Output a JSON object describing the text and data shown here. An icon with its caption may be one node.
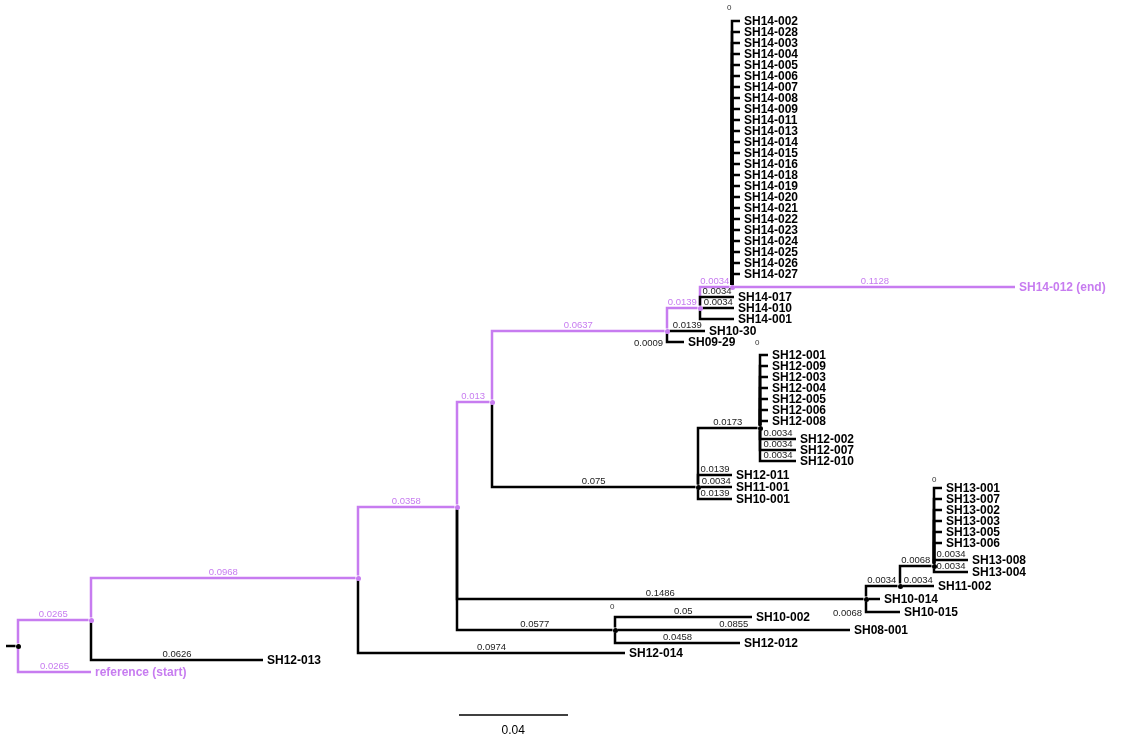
{
  "diagram": {
    "nodes": [
      {
        "text": [],
        "shape": "dot"
      },
      {
        "text": [
          "reference (start)"
        ]
      },
      {
        "text": [],
        "shape": "dot"
      },
      {
        "text": [
          "SH12-013"
        ]
      },
      {
        "text": [],
        "shape": "dot"
      },
      {
        "text": [
          "SH12-014"
        ]
      },
      {
        "text": [],
        "shape": "dot"
      },
      {
        "text": [],
        "shape": "dot"
      },
      {
        "text": [],
        "shape": "dot"
      },
      {
        "text": [],
        "shape": "dot"
      },
      {
        "text": [],
        "shape": "dot"
      },
      {
        "text": [
          "SH14-002"
        ]
      },
      {
        "text": [
          "SH14-028"
        ]
      },
      {
        "text": [
          "SH14-003"
        ]
      },
      {
        "text": [
          "SH14-004"
        ]
      },
      {
        "text": [
          "SH14-005"
        ]
      },
      {
        "text": [
          "SH14-006"
        ]
      },
      {
        "text": [
          "SH14-007"
        ]
      },
      {
        "text": [
          "SH14-008"
        ]
      },
      {
        "text": [
          "SH14-009"
        ]
      },
      {
        "text": [
          "SH14-011"
        ]
      },
      {
        "text": [
          "SH14-013"
        ]
      },
      {
        "text": [
          "SH14-014"
        ]
      },
      {
        "text": [
          "SH14-015"
        ]
      },
      {
        "text": [
          "SH14-016"
        ]
      },
      {
        "text": [
          "SH14-018"
        ]
      },
      {
        "text": [
          "SH14-019"
        ]
      },
      {
        "text": [
          "SH14-020"
        ]
      },
      {
        "text": [
          "SH14-021"
        ]
      },
      {
        "text": [
          "SH14-022"
        ]
      },
      {
        "text": [
          "SH14-023"
        ]
      },
      {
        "text": [
          "SH14-024"
        ]
      },
      {
        "text": [
          "SH14-025"
        ]
      },
      {
        "text": [
          "SH14-026"
        ]
      },
      {
        "text": [
          "SH14-027"
        ]
      },
      {
        "text": [
          "SH14-012 (end)"
        ]
      },
      {
        "text": [
          "SH14-017"
        ]
      },
      {
        "text": [
          "SH14-010"
        ]
      },
      {
        "text": [
          "SH14-001"
        ]
      },
      {
        "text": [
          "SH10-30"
        ]
      },
      {
        "text": [
          "SH09-29"
        ]
      },
      {
        "text": [],
        "shape": "dot"
      },
      {
        "text": [],
        "shape": "dot"
      },
      {
        "text": [
          "SH12-001"
        ]
      },
      {
        "text": [
          "SH12-009"
        ]
      },
      {
        "text": [
          "SH12-003"
        ]
      },
      {
        "text": [
          "SH12-004"
        ]
      },
      {
        "text": [
          "SH12-005"
        ]
      },
      {
        "text": [
          "SH12-006"
        ]
      },
      {
        "text": [
          "SH12-008"
        ]
      },
      {
        "text": [
          "SH12-002"
        ]
      },
      {
        "text": [
          "SH12-007"
        ]
      },
      {
        "text": [
          "SH12-010"
        ]
      },
      {
        "text": [
          "SH12-011"
        ]
      },
      {
        "text": [
          "SH11-001"
        ]
      },
      {
        "text": [
          "SH10-001"
        ]
      },
      {
        "text": [],
        "shape": "dot"
      },
      {
        "text": [],
        "shape": "dot"
      },
      {
        "text": [],
        "shape": "dot"
      },
      {
        "text": [
          "SH13-001"
        ]
      },
      {
        "text": [
          "SH13-007"
        ]
      },
      {
        "text": [
          "SH13-002"
        ]
      },
      {
        "text": [
          "SH13-003"
        ]
      },
      {
        "text": [
          "SH13-005"
        ]
      },
      {
        "text": [
          "SH13-006"
        ]
      },
      {
        "text": [
          "SH13-008"
        ]
      },
      {
        "text": [
          "SH13-004"
        ]
      },
      {
        "text": [
          "SH11-002"
        ]
      },
      {
        "text": [
          "SH10-014"
        ]
      },
      {
        "text": [
          "SH10-015"
        ]
      },
      {
        "text": [],
        "shape": "dot"
      },
      {
        "text": [
          "SH10-002"
        ]
      },
      {
        "text": [
          "SH08-001"
        ]
      },
      {
        "text": [
          "SH12-012"
        ]
      }
    ],
    "edges": [
      {
        "from": null,
        "to": 0,
        "arrow": "none"
      },
      {
        "from": 0,
        "to": 1,
        "arrow": "none",
        "label": "0.0265",
        "color": "#c77cf0"
      },
      {
        "from": 0,
        "to": 2,
        "arrow": "none",
        "label": "0.0265",
        "color": "#c77cf0"
      },
      {
        "from": 2,
        "to": 3,
        "arrow": "none",
        "label": "0.0626"
      },
      {
        "from": 2,
        "to": 4,
        "arrow": "none",
        "label": "0.0968",
        "color": "#c77cf0"
      },
      {
        "from": 4,
        "to": 5,
        "arrow": "none",
        "label": "0.0974"
      },
      {
        "from": 4,
        "to": 6,
        "arrow": "none",
        "label": "0.0358",
        "color": "#c77cf0"
      },
      {
        "from": 6,
        "to": 7,
        "arrow": "none",
        "label": "0.013",
        "color": "#c77cf0"
      },
      {
        "from": 6,
        "to": 56,
        "arrow": "none",
        "label": "0.1486"
      },
      {
        "from": 6,
        "to": 70,
        "arrow": "none",
        "label": "0.0577"
      },
      {
        "from": 7,
        "to": 8,
        "arrow": "none",
        "label": "0.0637",
        "color": "#c77cf0"
      },
      {
        "from": 7,
        "to": 41,
        "arrow": "none",
        "label": "0.075"
      },
      {
        "from": 8,
        "to": 9,
        "arrow": "none",
        "label": "0.0139",
        "color": "#c77cf0"
      },
      {
        "from": 8,
        "to": 39,
        "arrow": "none",
        "label": "0.0139"
      },
      {
        "from": 8,
        "to": 40,
        "arrow": "none",
        "label": "0.0009"
      },
      {
        "from": 9,
        "to": 10,
        "arrow": "none",
        "label": "0.0034",
        "color": "#c77cf0"
      },
      {
        "from": 9,
        "to": 36,
        "arrow": "none",
        "label": "0.0034"
      },
      {
        "from": 9,
        "to": 37,
        "arrow": "none",
        "label": "0.0034"
      },
      {
        "from": 9,
        "to": 38,
        "arrow": "none"
      },
      {
        "from": 10,
        "to": 11,
        "arrow": "none"
      },
      {
        "from": 10,
        "to": 12,
        "arrow": "none"
      },
      {
        "from": 10,
        "to": 13,
        "arrow": "none"
      },
      {
        "from": 10,
        "to": 14,
        "arrow": "none"
      },
      {
        "from": 10,
        "to": 15,
        "arrow": "none"
      },
      {
        "from": 10,
        "to": 16,
        "arrow": "none"
      },
      {
        "from": 10,
        "to": 17,
        "arrow": "none"
      },
      {
        "from": 10,
        "to": 18,
        "arrow": "none"
      },
      {
        "from": 10,
        "to": 19,
        "arrow": "none"
      },
      {
        "from": 10,
        "to": 20,
        "arrow": "none"
      },
      {
        "from": 10,
        "to": 21,
        "arrow": "none"
      },
      {
        "from": 10,
        "to": 22,
        "arrow": "none"
      },
      {
        "from": 10,
        "to": 23,
        "arrow": "none"
      },
      {
        "from": 10,
        "to": 24,
        "arrow": "none"
      },
      {
        "from": 10,
        "to": 25,
        "arrow": "none"
      },
      {
        "from": 10,
        "to": 26,
        "arrow": "none"
      },
      {
        "from": 10,
        "to": 27,
        "arrow": "none"
      },
      {
        "from": 10,
        "to": 28,
        "arrow": "none"
      },
      {
        "from": 10,
        "to": 29,
        "arrow": "none"
      },
      {
        "from": 10,
        "to": 30,
        "arrow": "none"
      },
      {
        "from": 10,
        "to": 31,
        "arrow": "none"
      },
      {
        "from": 10,
        "to": 32,
        "arrow": "none"
      },
      {
        "from": 10,
        "to": 33,
        "arrow": "none"
      },
      {
        "from": 10,
        "to": 34,
        "arrow": "none"
      },
      {
        "from": 10,
        "to": 35,
        "arrow": "none",
        "label": "0.1128",
        "color": "#c77cf0"
      },
      {
        "from": 41,
        "to": 42,
        "arrow": "none",
        "label": "0.0173"
      },
      {
        "from": 41,
        "to": 53,
        "arrow": "none",
        "label": "0.0139"
      },
      {
        "from": 41,
        "to": 54,
        "arrow": "none",
        "label": "0.0034"
      },
      {
        "from": 41,
        "to": 55,
        "arrow": "none",
        "label": "0.0139"
      },
      {
        "from": 42,
        "to": 43,
        "arrow": "none"
      },
      {
        "from": 42,
        "to": 44,
        "arrow": "none"
      },
      {
        "from": 42,
        "to": 45,
        "arrow": "none"
      },
      {
        "from": 42,
        "to": 46,
        "arrow": "none"
      },
      {
        "from": 42,
        "to": 47,
        "arrow": "none"
      },
      {
        "from": 42,
        "to": 48,
        "arrow": "none"
      },
      {
        "from": 42,
        "to": 49,
        "arrow": "none"
      },
      {
        "from": 42,
        "to": 50,
        "arrow": "none",
        "label": "0.0034"
      },
      {
        "from": 42,
        "to": 51,
        "arrow": "none",
        "label": "0.0034"
      },
      {
        "from": 42,
        "to": 52,
        "arrow": "none",
        "label": "0.0034"
      },
      {
        "from": 56,
        "to": 57,
        "arrow": "none",
        "label": "0.0034"
      },
      {
        "from": 56,
        "to": 68,
        "arrow": "none"
      },
      {
        "from": 56,
        "to": 69,
        "arrow": "none",
        "label": "0.0068"
      },
      {
        "from": 57,
        "to": 58,
        "arrow": "none",
        "label": "0.0068"
      },
      {
        "from": 57,
        "to": 67,
        "arrow": "none",
        "label": "0.0034"
      },
      {
        "from": 58,
        "to": 59,
        "arrow": "none"
      },
      {
        "from": 58,
        "to": 60,
        "arrow": "none"
      },
      {
        "from": 58,
        "to": 61,
        "arrow": "none"
      },
      {
        "from": 58,
        "to": 62,
        "arrow": "none"
      },
      {
        "from": 58,
        "to": 63,
        "arrow": "none"
      },
      {
        "from": 58,
        "to": 64,
        "arrow": "none"
      },
      {
        "from": 58,
        "to": 65,
        "arrow": "none",
        "label": "0.0034"
      },
      {
        "from": 58,
        "to": 66,
        "arrow": "none",
        "label": "0.0034"
      },
      {
        "from": 70,
        "to": 71,
        "arrow": "none",
        "label": "0.05"
      },
      {
        "from": 70,
        "to": 72,
        "arrow": "none",
        "label": "0.0855"
      },
      {
        "from": 70,
        "to": 73,
        "arrow": "none",
        "label": "0.0458"
      }
    ],
    "labels": [
      "0",
      "0",
      "0",
      "0",
      "0.04"
    ]
  }
}
